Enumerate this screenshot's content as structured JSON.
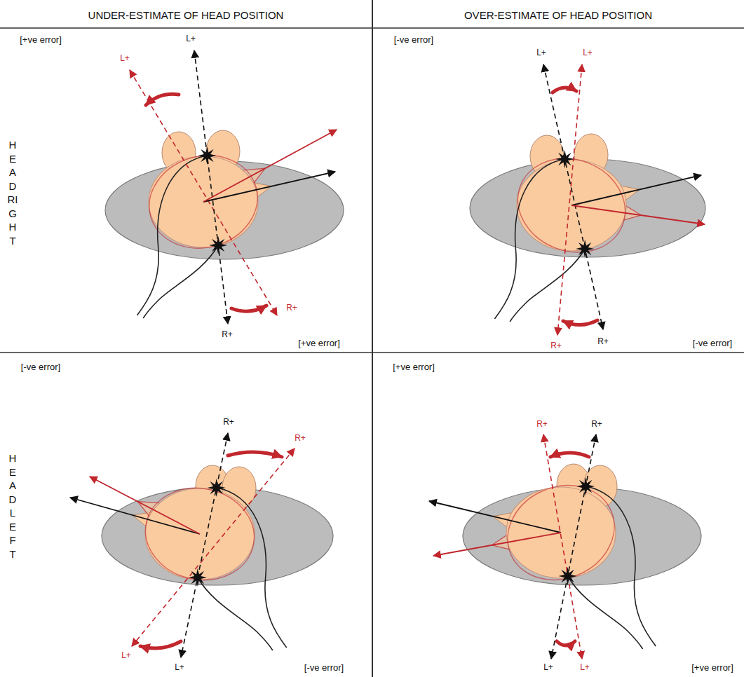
{
  "diagram": {
    "labels": [
      "UNDER-ESTIMATE OF HEAD POSITION",
      "OVER-ESTIMATE OF HEAD POSITION",
      "HEAD RIGHT",
      "HEAD LEFT",
      "[+ve error]",
      "L+",
      "L+",
      "R+",
      "R+",
      "[+ve error]",
      "[-ve error]",
      "L+",
      "L+",
      "R+",
      "R+",
      "[-ve error]",
      "[-ve error]",
      "R+",
      "R+",
      "L+",
      "L+",
      "[-ve error]",
      "[+ve error]",
      "R+",
      "R+",
      "L+",
      "L+",
      "[+ve error]"
    ]
  }
}
